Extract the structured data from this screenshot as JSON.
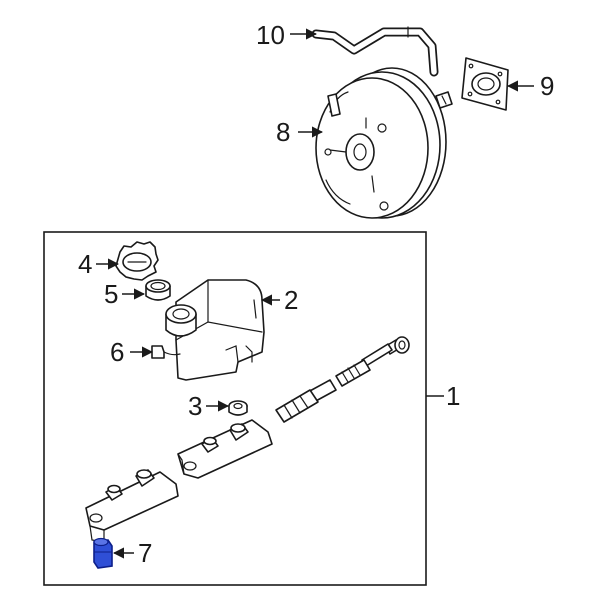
{
  "diagram": {
    "callouts": [
      {
        "id": "c1",
        "label": "1"
      },
      {
        "id": "c2",
        "label": "2"
      },
      {
        "id": "c3",
        "label": "3"
      },
      {
        "id": "c4",
        "label": "4"
      },
      {
        "id": "c5",
        "label": "5"
      },
      {
        "id": "c6",
        "label": "6"
      },
      {
        "id": "c7",
        "label": "7"
      },
      {
        "id": "c8",
        "label": "8"
      },
      {
        "id": "c9",
        "label": "9"
      },
      {
        "id": "c10",
        "label": "10"
      }
    ],
    "colors": {
      "line": "#1a1a1a",
      "highlight_fill": "#2f4fd6",
      "highlight_stroke": "#0d1f8a",
      "background": "#ffffff"
    }
  }
}
